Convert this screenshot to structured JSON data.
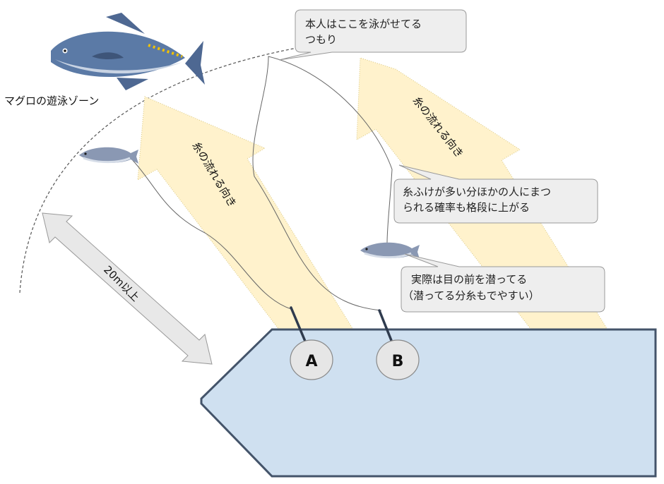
{
  "zone_label": "マグロの遊泳ゾーン",
  "distance_label": "20m以上",
  "flow_label": "糸の流れる向き",
  "callout_target": {
    "lines": [
      "本人はここを泳がせてる",
      "つもり"
    ]
  },
  "callout_line": {
    "lines": [
      "糸ふけが多い分ほかの人にまつ",
      "られる確率も格段に上がる"
    ]
  },
  "callout_actual": {
    "lines": [
      "実際は目の前を潜ってる",
      "（潜ってる分糸もでやすい）"
    ]
  },
  "anglers": [
    "A",
    "B"
  ],
  "colors": {
    "pier_fill": "#cfe0f0",
    "pier_stroke": "#44546a",
    "flow_arrow": "#fff2cc",
    "callout_fill": "#eeeeee",
    "tuna_body": "#5b7aa6",
    "baitfish_body": "#8a98b3"
  },
  "icons": [
    "tuna-icon",
    "baitfish-icon"
  ]
}
